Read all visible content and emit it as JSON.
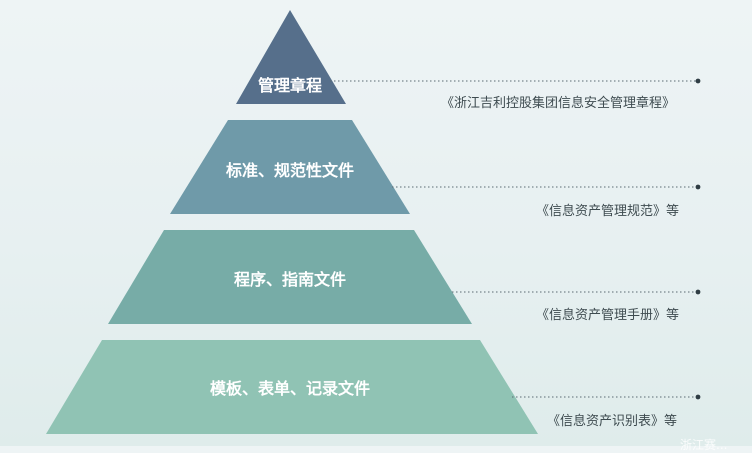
{
  "tiers": [
    {
      "label": "管理章程",
      "document": "《浙江吉利控股集团信息安全管理章程》",
      "color": "#566f8b"
    },
    {
      "label": "标准、规范性文件",
      "document": "《信息资产管理规范》等",
      "color": "#6f9aa9"
    },
    {
      "label": "程序、指南文件",
      "document": "《信息资产管理手册》等",
      "color": "#77aca7"
    },
    {
      "label": "模板、表单、记录文件",
      "document": "《信息资产识别表》等",
      "color": "#90c3b4"
    }
  ],
  "watermark": "浙江赛..."
}
